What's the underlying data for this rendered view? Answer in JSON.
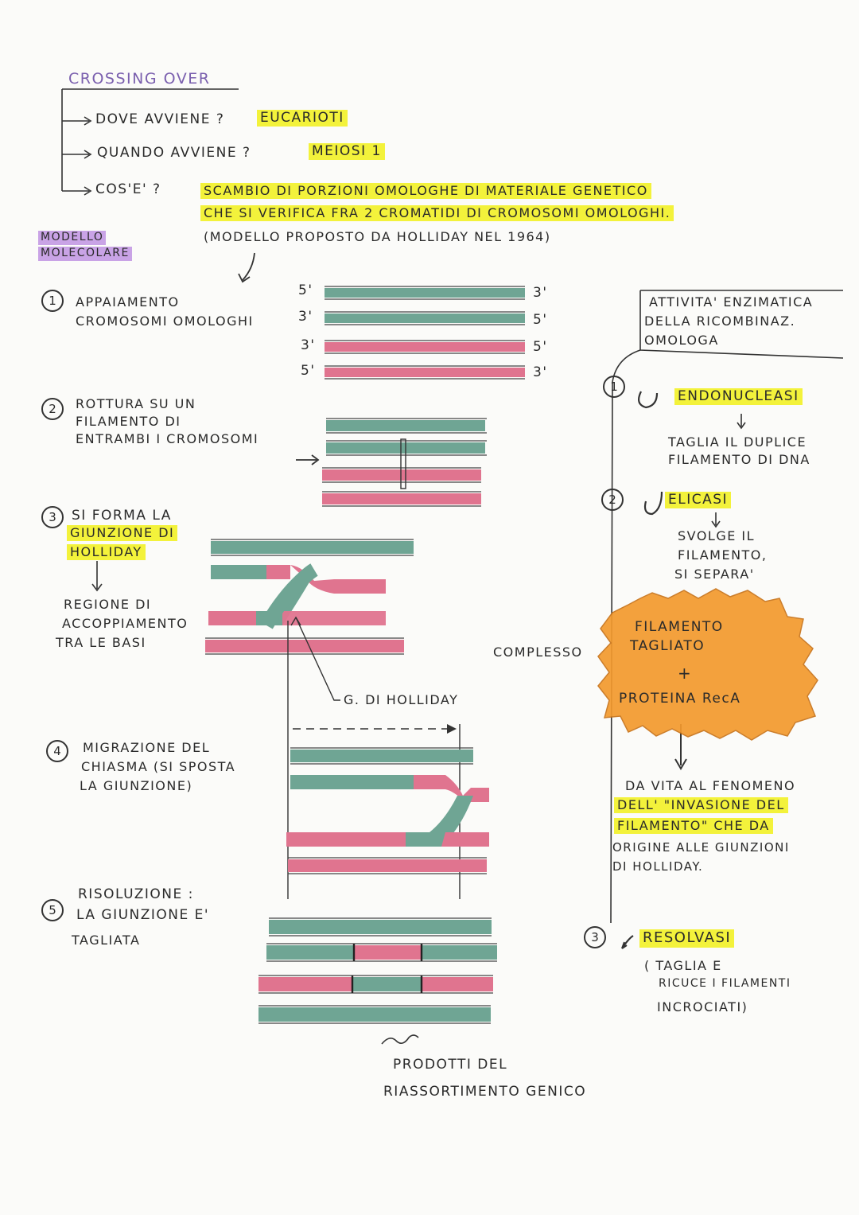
{
  "title": "CROSSING OVER",
  "questions": [
    {
      "q": "DOVE AVVIENE ?",
      "a": "EUCARIOTI"
    },
    {
      "q": "QUANDO AVVIENE ?",
      "a": "MEIOSI 1"
    },
    {
      "q": "COS'E' ?",
      "a": "SCAMBIO DI PORZIONI OMOLOGHE DI MATERIALE GENETICO",
      "a2": "CHE SI VERIFICA FRA 2 CROMATIDI DI CROMOSOMI OMOLOGHI."
    }
  ],
  "model_label": [
    "MODELLO",
    "MOLECOLARE"
  ],
  "model_note": "(MODELLO PROPOSTO DA HOLLIDAY NEL 1964)",
  "strand_ends": {
    "left": [
      "5'",
      "3'",
      "3'",
      "5'"
    ],
    "right": [
      "3'",
      "5'",
      "5'",
      "3'"
    ]
  },
  "steps": [
    {
      "num": "1",
      "lines": [
        "APPAIAMENTO",
        "CROMOSOMI OMOLOGHI"
      ]
    },
    {
      "num": "2",
      "lines": [
        "ROTTURA SU UN",
        "FILAMENTO DI",
        "ENTRAMBI I CROMOSOMI"
      ]
    },
    {
      "num": "3",
      "lines": [
        "SI FORMA LA",
        "GIUNZIONE DI",
        "HOLLIDAY"
      ],
      "sub": [
        "REGIONE DI",
        "ACCOPPIAMENTO",
        "TRA LE BASI"
      ],
      "junction_label": "G. DI HOLLIDAY"
    },
    {
      "num": "4",
      "lines": [
        "MIGRAZIONE DEL",
        "CHIASMA (SI SPOSTA",
        "LA GIUNZIONE)"
      ]
    },
    {
      "num": "5",
      "lines": [
        "RISOLUZIONE :",
        "LA GIUNZIONE E'",
        "TAGLIATA"
      ]
    }
  ],
  "products_label": [
    "PRODOTTI DEL",
    "RIASSORTIMENTO GENICO"
  ],
  "enzymes": {
    "header": [
      "ATTIVITA' ENZIMATICA",
      "DELLA RICOMBINAZ.",
      "OMOLOGA"
    ],
    "items": [
      {
        "num": "1",
        "name": "ENDONUCLEASI",
        "desc": [
          "TAGLIA IL DUPLICE",
          "FILAMENTO DI DNA"
        ]
      },
      {
        "num": "2",
        "name": "ELICASI",
        "desc": [
          "SVOLGE IL",
          "FILAMENTO,",
          "SI SEPARA'"
        ]
      },
      {
        "num": "3",
        "name": "RESOLVASI",
        "desc": [
          "( TAGLIA E",
          "RICUCE I FILAMENTI",
          "INCROCIATI)"
        ]
      }
    ],
    "complex_label": "COMPLESSO",
    "complex": [
      "FILAMENTO",
      "TAGLIATO",
      "+",
      "PROTEINA RecA"
    ],
    "invasion": [
      "DA VITA AL FENOMENO",
      "DELL' \"INVASIONE DEL",
      "FILAMENTO\" CHE DA",
      "ORIGINE ALLE GIUNZIONI",
      "DI HOLLIDAY."
    ]
  },
  "colors": {
    "teal": "#6fa594",
    "pink": "#e0748f",
    "highlight_yellow": "#f3f23b",
    "highlight_purple": "#c9a3e6",
    "orange": "#f39a2e"
  }
}
